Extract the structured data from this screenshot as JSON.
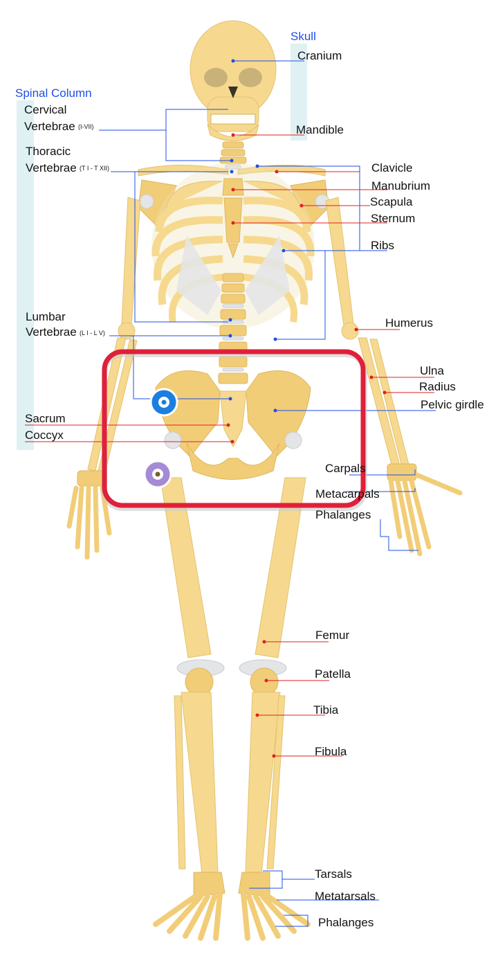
{
  "groups": {
    "skull": "Skull",
    "spinal_column": "Spinal Column"
  },
  "labels": {
    "cranium": "Cranium",
    "mandible": "Mandible",
    "cervical_1": "Cervical",
    "cervical_2": "Vertebrae",
    "cervical_range": "(I-VII)",
    "thoracic_1": "Thoracic",
    "thoracic_2": "Vertebrae",
    "thoracic_range": "(T I - T XII)",
    "lumbar_1": "Lumbar",
    "lumbar_2": "Vertebrae",
    "lumbar_range": "(L I - L V)",
    "clavicle": "Clavicle",
    "manubrium": "Manubrium",
    "scapula": "Scapula",
    "sternum": "Sternum",
    "ribs": "Ribs",
    "humerus": "Humerus",
    "ulna": "Ulna",
    "radius": "Radius",
    "pelvic_girdle": "Pelvic girdle",
    "sacrum": "Sacrum",
    "coccyx": "Coccyx",
    "carpals": "Carpals",
    "metacarpals": "Metacarpals",
    "phalanges_hand": "Phalanges",
    "femur": "Femur",
    "patella": "Patella",
    "tibia": "Tibia",
    "fibula": "Fibula",
    "tarsals": "Tarsals",
    "metatarsals": "Metatarsals",
    "phalanges_foot": "Phalanges"
  },
  "colors": {
    "bone": "#f6d98e",
    "cartilage": "#e3e5e6",
    "group_label": "#1f4fe6",
    "leader_red": "#e02020",
    "leader_blue": "#1f4fe6",
    "highlight_box": "#e0203a",
    "highlight_band": "#dff1f3",
    "marker_blue": "#1a7fe0",
    "marker_purple": "#a58bd6"
  },
  "overlay": {
    "highlight": "pelvis-region",
    "markers": [
      "blue-target-marker",
      "purple-target-marker"
    ]
  }
}
